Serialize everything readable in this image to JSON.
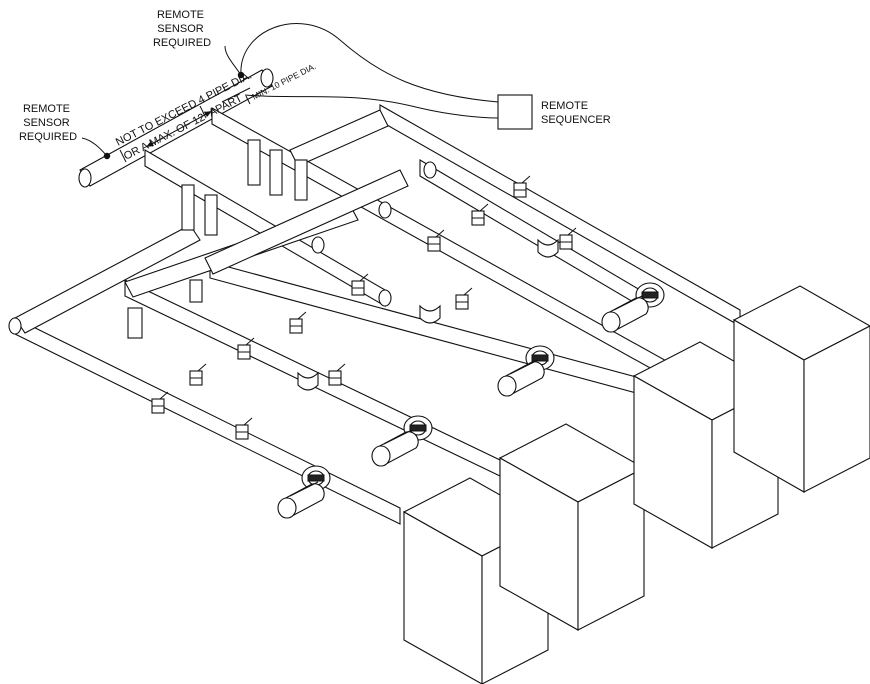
{
  "labels": {
    "remote_sensor_top": [
      "REMOTE",
      "SENSOR",
      "REQUIRED"
    ],
    "remote_sensor_left": [
      "REMOTE",
      "SENSOR",
      "REQUIRED"
    ],
    "remote_sequencer": [
      "REMOTE",
      "SEQUENCER"
    ],
    "spacing_note_1": "NOT TO EXCEED 4 PIPE DIA.",
    "spacing_note_2": "OR A MAX. OF 12\" APART",
    "min_note": "MIN. 10 PIPE DIA."
  },
  "colors": {
    "line": "#111111",
    "background": "#ffffff"
  }
}
